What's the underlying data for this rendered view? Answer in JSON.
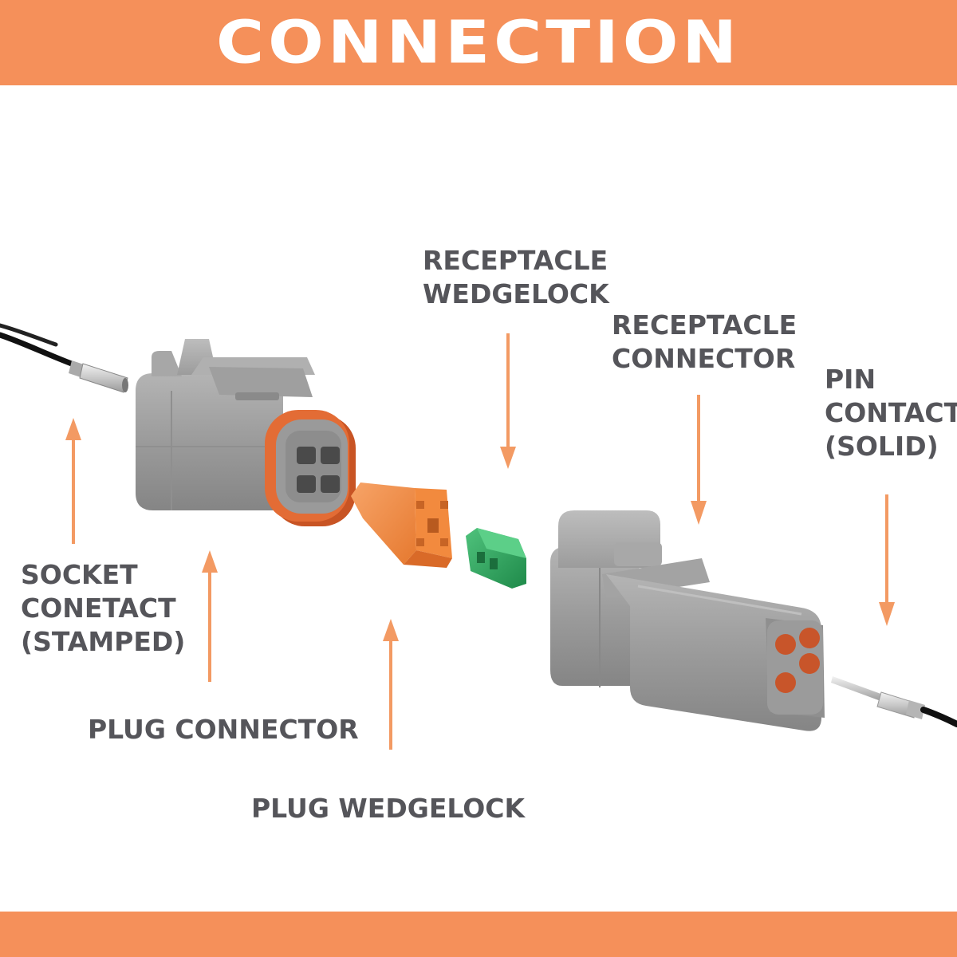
{
  "header": {
    "title": "CONNECTION"
  },
  "labels": {
    "receptacle_wedgelock": [
      "RECEPTACLE",
      "WEDGELOCK"
    ],
    "receptacle_connector": [
      "RECEPTACLE",
      "CONNECTOR"
    ],
    "pin_contact": [
      "PIN",
      "CONTACT",
      "(SOLID)"
    ],
    "socket_contact": [
      "SOCKET",
      "CONETACT",
      "(STAMPED)"
    ],
    "plug_connector": "PLUG CONNECTOR",
    "plug_wedgelock": "PLUG WEDGELOCK"
  },
  "colors": {
    "accent": "#f5905a",
    "arrow": "#f39a63",
    "housing_gray": "#9a9a9a",
    "seal_orange": "#d9622b",
    "plug_wedgelock": "#f28a3e",
    "receptacle_wedgelock": "#2fa35c",
    "label_text": "#55555a"
  }
}
